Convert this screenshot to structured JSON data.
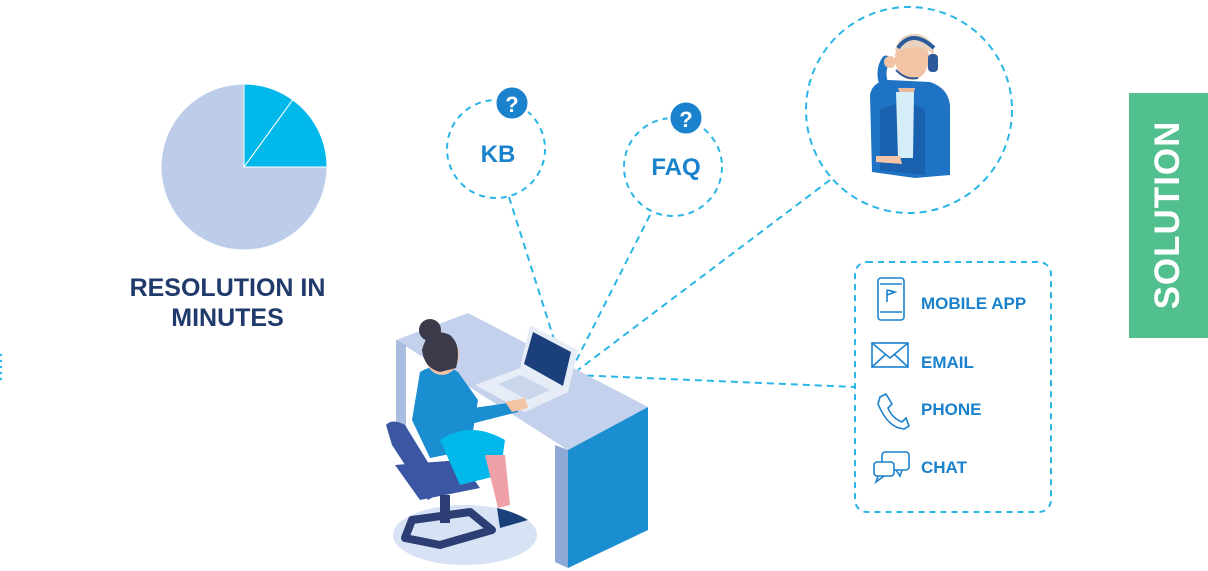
{
  "resolution_caption": {
    "line1": "RESOLUTION IN",
    "line2": "MINUTES"
  },
  "solution_label": "SOLUTION",
  "channels": [
    {
      "label": "MOBILE APP",
      "icon": "mobile-phone-icon"
    },
    {
      "label": "EMAIL",
      "icon": "envelope-icon"
    },
    {
      "label": "PHONE",
      "icon": "phone-handset-icon"
    },
    {
      "label": "CHAT",
      "icon": "chat-bubbles-icon"
    }
  ],
  "bubbles": {
    "kb": {
      "label": "KB",
      "badge": "?"
    },
    "faq": {
      "label": "FAQ",
      "badge": "?"
    }
  },
  "pie": {
    "slices": [
      {
        "fraction": 0.1,
        "color": "#00b8ea"
      },
      {
        "fraction": 0.15,
        "color": "#00b8ea"
      },
      {
        "fraction": 0.75,
        "color": "#bccce9"
      }
    ]
  },
  "colors": {
    "accent_blue": "#1a82cc",
    "dash_cyan": "#29b6e6",
    "caption_navy": "#1f3a6b",
    "solution_green": "#52bf8e",
    "pie_light": "#bccce9",
    "pie_cyan": "#00b8ea"
  }
}
